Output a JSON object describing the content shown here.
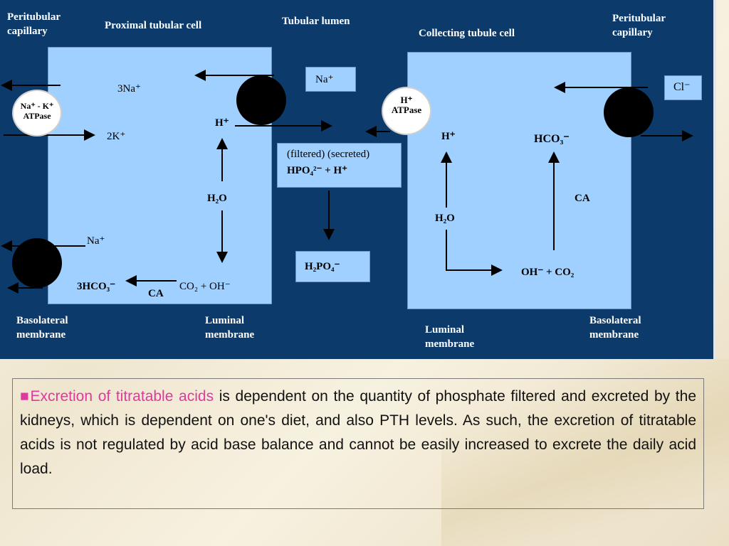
{
  "diagram": {
    "peritubular_left": [
      "Peritubular",
      "capillary"
    ],
    "proximal_cell": "Proximal tubular cell",
    "tubular_lumen": "Tubular lumen",
    "collecting_cell": "Collecting tubule cell",
    "peritubular_right": [
      "Peritubular",
      "capillary"
    ],
    "basolateral_left": [
      "Basolateral",
      "membrane"
    ],
    "luminal_left": [
      "Luminal",
      "membrane"
    ],
    "luminal_right": [
      "Luminal",
      "membrane"
    ],
    "basolateral_right": [
      "Basolateral",
      "membrane"
    ],
    "pump_left": [
      "Na⁺ - K⁺",
      "ATPase"
    ],
    "pump_right": [
      "H⁺",
      "ATPase"
    ],
    "three_na": "3Na⁺",
    "two_k": "2K⁺",
    "na_lumen": "Na⁺",
    "h_plus_left": "H⁺",
    "h2o_left": "H₂O",
    "na_baso": "Na⁺",
    "three_hco3": "3HCO₃⁻",
    "co2_oh": "CO₂ + OH⁻",
    "ca_left": "CA",
    "filtered_line": "(filtered)   (secreted)",
    "hpo4_line": "HPO₄²⁻   +   H⁺",
    "h2po4": "H₂PO₄⁻",
    "h_plus_right": "H⁺",
    "h2o_right": "H₂O",
    "oh_co2": "OH⁻ + CO₂",
    "hco3_right": "HCO₃⁻",
    "ca_right": "CA",
    "cl_minus": "Cl⁻"
  },
  "text": {
    "bullet": "■",
    "highlight": "Excretion of titratable acids",
    "body": " is dependent on the quantity of phosphate filtered and excreted by the kidneys, which is dependent on one's diet, and also PTH levels. As such, the excretion of titratable acids is not regulated by acid base balance and cannot be easily increased to excrete the daily acid load."
  },
  "colors": {
    "diagram_bg": "#0b3a6b",
    "cell_fill": "#9fd0ff",
    "highlight": "#e0389f"
  }
}
